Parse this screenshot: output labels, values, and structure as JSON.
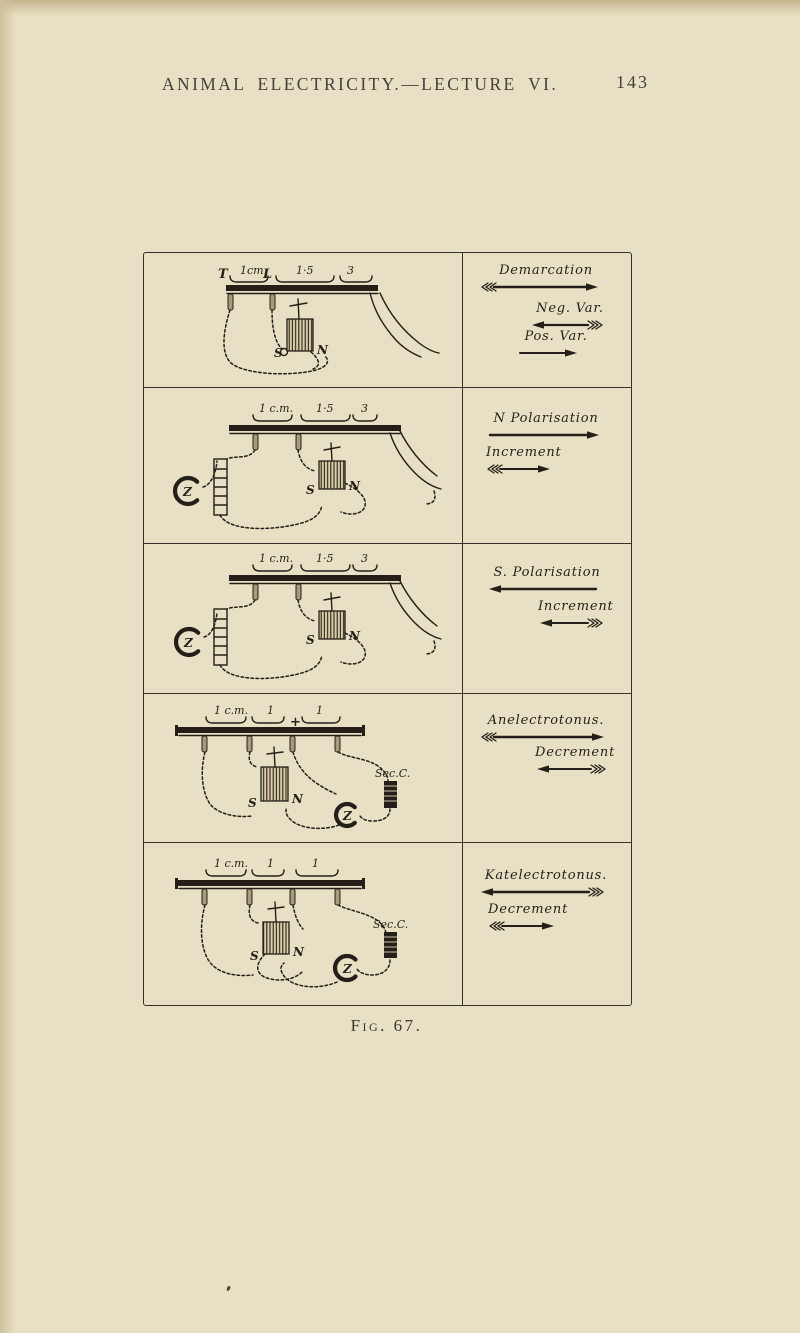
{
  "header": {
    "title": "ANIMAL ELECTRICITY.—LECTURE VI.",
    "page_number": "143"
  },
  "figure": {
    "caption": "Fig. 67.",
    "rows": [
      {
        "diagram": {
          "segments": [
            "1cm",
            "1·5",
            "3"
          ],
          "t": "T",
          "l": "L",
          "s": "S",
          "n": "N"
        },
        "annotations": [
          {
            "label": "Demarcation",
            "direction": "right",
            "tail": "feathered"
          },
          {
            "label": "Neg. Var.",
            "direction": "left",
            "tail": "feathered"
          },
          {
            "label": "Pos. Var.",
            "direction": "right",
            "tail": "plain"
          }
        ]
      },
      {
        "diagram": {
          "segments": [
            "1 c.m.",
            "1·5",
            "3"
          ],
          "s": "S",
          "n": "N",
          "z": "Z"
        },
        "annotations": [
          {
            "label": "N Polarisation",
            "direction": "right",
            "tail": "plain"
          },
          {
            "label": "Increment",
            "direction": "right",
            "tail": "feathered"
          }
        ]
      },
      {
        "diagram": {
          "segments": [
            "1 c.m.",
            "1·5",
            "3"
          ],
          "s": "S",
          "n": "N",
          "z": "Z"
        },
        "annotations": [
          {
            "label": "S. Polarisation",
            "direction": "left",
            "tail": "plain"
          },
          {
            "label": "Increment",
            "direction": "left",
            "tail": "feathered"
          }
        ]
      },
      {
        "diagram": {
          "segments": [
            "1 c.m.",
            "1",
            "1"
          ],
          "plus": "+",
          "s": "S",
          "n": "N",
          "z": "Z",
          "sec": "Sec.C."
        },
        "annotations": [
          {
            "label": "Anelectrotonus.",
            "direction": "right",
            "tail": "feathered"
          },
          {
            "label": "Decrement",
            "direction": "left",
            "tail": "feathered"
          }
        ]
      },
      {
        "diagram": {
          "segments": [
            "1 c.m.",
            "1",
            "1"
          ],
          "s": "S",
          "n": "N",
          "z": "Z",
          "sec": "Sec.C."
        },
        "annotations": [
          {
            "label": "Katelectrotonus.",
            "direction": "left",
            "tail": "feathered"
          },
          {
            "label": "Decrement",
            "direction": "right",
            "tail": "feathered"
          }
        ]
      }
    ]
  }
}
